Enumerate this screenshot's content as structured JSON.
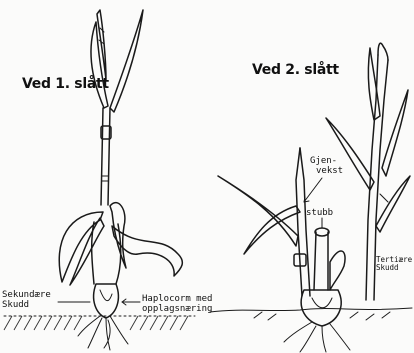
{
  "panels": [
    {
      "title": "Ved 1. slått"
    },
    {
      "title": "Ved 2. slått"
    }
  ],
  "labels": {
    "sekundaere_line1": "Sekundære",
    "sekundaere_line2": "Skudd",
    "haplocorm_line1": "Haplocorm med",
    "haplocorm_line2": "opplagsnæring",
    "gjenvekst_line1": "Gjen-",
    "gjenvekst_line2": "vekst",
    "stubb": "stubb",
    "tertiaere_line1": "Tertiære",
    "tertiaere_line2": "Skudd"
  }
}
